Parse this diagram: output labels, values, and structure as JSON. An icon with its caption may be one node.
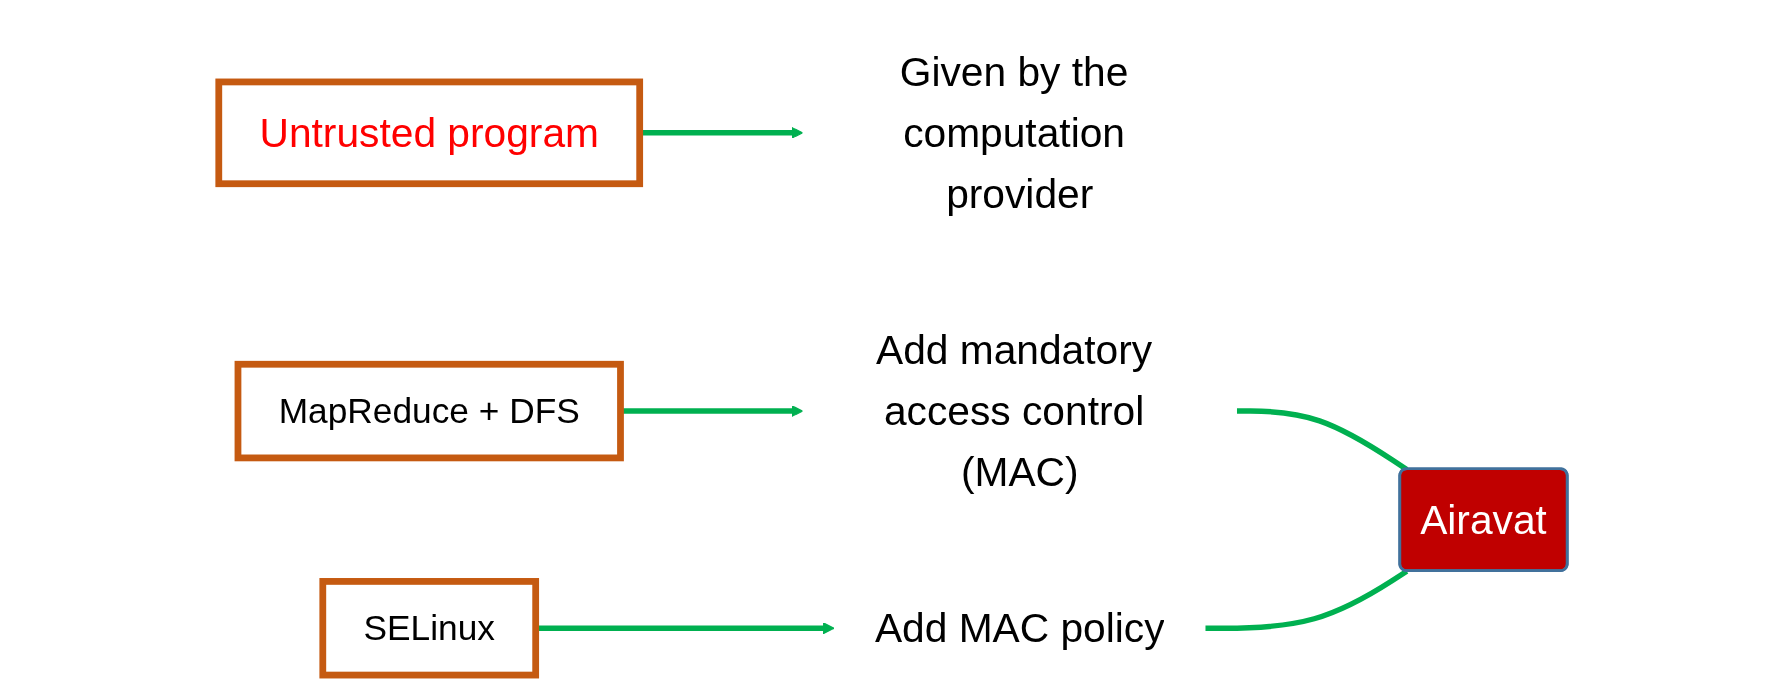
{
  "diagram": {
    "nodes": [
      {
        "text": [
          "Untrusted program"
        ]
      },
      {
        "text": [
          "MapReduce + DFS"
        ]
      },
      {
        "text": [
          "SELinux"
        ]
      },
      {
        "text": [
          "Given by the computation provider"
        ]
      },
      {
        "text": [
          "Add mandatory access control (MAC)"
        ]
      },
      {
        "text": [
          "Add MAC policy"
        ]
      },
      {
        "text": [
          "Airavat"
        ]
      }
    ],
    "edges": [
      {
        "from": 0,
        "to": 3,
        "arrow": "to"
      },
      {
        "from": 1,
        "to": 4,
        "arrow": "to"
      },
      {
        "from": 2,
        "to": 5,
        "arrow": "to"
      },
      {
        "from": 4,
        "to": 6,
        "arrow": "none"
      },
      {
        "from": 5,
        "to": 6,
        "arrow": "none"
      }
    ]
  }
}
